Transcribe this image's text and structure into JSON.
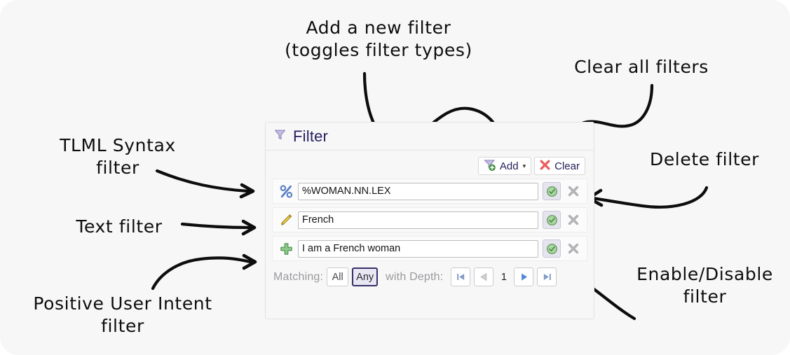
{
  "panel": {
    "title": "Filter",
    "title_icon": "funnel-icon",
    "toolbar": {
      "add_label": "Add",
      "add_icon": "funnel-plus-icon",
      "add_caret": "▾",
      "clear_label": "Clear",
      "clear_icon": "red-x-icon"
    },
    "rows": [
      {
        "icon": "percent-icon",
        "icon_title": "TLML syntax filter",
        "value": "%WOMAN.NN.LEX",
        "placeholder": "",
        "enabled": true,
        "toggle_icon": "green-check-circle-icon",
        "delete_icon": "gray-x-icon"
      },
      {
        "icon": "pencil-icon",
        "icon_title": "Text filter",
        "value": "French",
        "placeholder": "",
        "enabled": true,
        "toggle_icon": "green-check-circle-icon",
        "delete_icon": "gray-x-icon"
      },
      {
        "icon": "green-plus-icon",
        "icon_title": "Positive user intent filter",
        "value": "I am a French woman",
        "placeholder": "",
        "enabled": true,
        "toggle_icon": "green-check-circle-icon",
        "delete_icon": "gray-x-icon"
      }
    ],
    "footer": {
      "matching_label": "Matching:",
      "match_all": "All",
      "match_any": "Any",
      "match_selected": "Any",
      "depth_label": "with Depth:",
      "depth_value": "1",
      "nav_first_icon": "first-page-icon",
      "nav_prev_icon": "prev-page-icon",
      "nav_next_icon": "next-page-icon",
      "nav_last_icon": "last-page-icon"
    }
  },
  "annotations": {
    "add_filter": "Add a new filter\n(toggles filter types)",
    "clear_all": "Clear all filters",
    "tlml_syntax": "TLML Syntax\nfilter",
    "text_filter": "Text filter",
    "positive_intent": "Positive User Intent\nfilter",
    "delete_filter": "Delete filter",
    "enable_disable": "Enable/Disable\nfilter"
  },
  "colors": {
    "panel_bg": "#f7f7f7",
    "title_text": "#272263",
    "accent_purple": "#b3a9d9",
    "accent_green": "#6aaa64",
    "accent_red": "#e8625f",
    "accent_blue": "#4f86d8",
    "muted_gray": "#9a9a9e"
  }
}
